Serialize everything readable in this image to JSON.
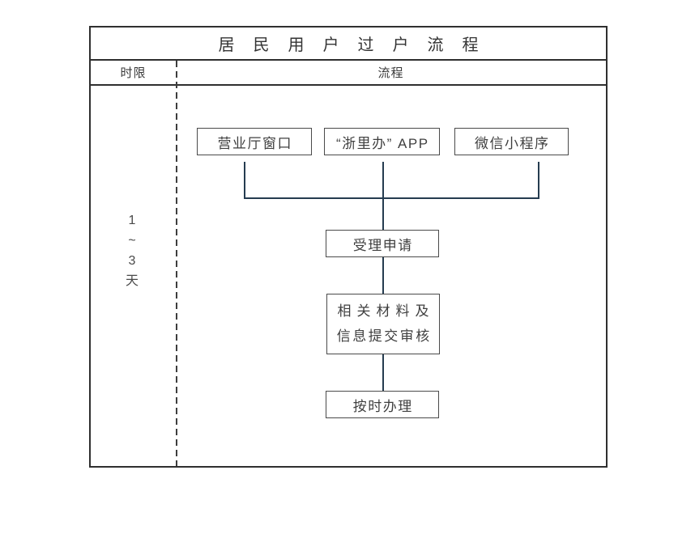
{
  "title": "居民用户过户流程",
  "header": {
    "time_limit": "时限",
    "process": "流程"
  },
  "time_limit": {
    "line1": "1",
    "line2": "~",
    "line3": "3",
    "line4": "天"
  },
  "channels": [
    {
      "label": "营业厅窗口"
    },
    {
      "label": "“浙里办” APP"
    },
    {
      "label": "微信小程序"
    }
  ],
  "steps": {
    "accept": "受理申请",
    "materials_line1": "相关材料及",
    "materials_line2": "信息提交审核",
    "process_on_time": "按时办理"
  },
  "colors": {
    "frame_border": "#2f2f2f",
    "box_border": "#4a4a4a",
    "connector": "#253c50",
    "text": "#3a3a3a",
    "background": "#ffffff"
  }
}
